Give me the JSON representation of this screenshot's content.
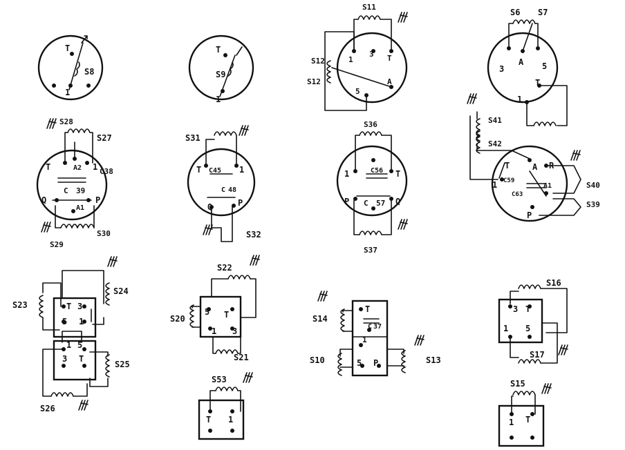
{
  "diagrams": {
    "s8": {
      "terms": [
        "T",
        "1"
      ],
      "label": "S8"
    },
    "s9": {
      "terms": [
        "T",
        "1"
      ],
      "label": "S9"
    },
    "s11_12": {
      "terms": [
        "1",
        "3",
        "T",
        "5",
        "A"
      ],
      "labels": [
        "S11",
        "S12",
        "S12"
      ]
    },
    "s6_7": {
      "terms": [
        "3",
        "A",
        "5",
        "T",
        "1"
      ],
      "labels": [
        "S6",
        "S7"
      ]
    },
    "s27_30": {
      "terms": [
        "T",
        "A2",
        "1",
        "C",
        "39",
        "Q",
        "A1",
        "P"
      ],
      "labels": [
        "S28",
        "S27",
        "C38",
        "S29",
        "S30"
      ]
    },
    "s31_32": {
      "terms": [
        "T",
        "C45",
        "1",
        "C",
        "48",
        "Q",
        "P"
      ],
      "labels": [
        "S31",
        "S32"
      ]
    },
    "s36_37": {
      "terms": [
        "1",
        "C56",
        "T",
        "P",
        "C",
        "57",
        "Q"
      ],
      "labels": [
        "S36",
        "S37"
      ]
    },
    "s39_42": {
      "terms": [
        "T",
        "A",
        "R",
        "1",
        "C59",
        "A1",
        "C63",
        "P"
      ],
      "labels": [
        "S41",
        "S42",
        "S40",
        "S39"
      ]
    },
    "s23_26": {
      "terms": [
        "T",
        "3",
        "5",
        "1",
        "1",
        "5",
        "3",
        "T"
      ],
      "labels": [
        "S23",
        "S24",
        "S25",
        "S26"
      ]
    },
    "s20_22": {
      "terms": [
        "5",
        "T",
        "1",
        "3"
      ],
      "labels": [
        "S22",
        "S20",
        "S21"
      ]
    },
    "s53": {
      "terms": [
        "T",
        "1"
      ],
      "label": "S53"
    },
    "s10_14": {
      "terms": [
        "T",
        "C",
        "37",
        "1",
        "5",
        "P"
      ],
      "labels": [
        "S14",
        "S10",
        "S13"
      ]
    },
    "s16_17": {
      "terms": [
        "3",
        "T",
        "1",
        "5"
      ],
      "labels": [
        "S16",
        "S17"
      ]
    },
    "s15": {
      "terms": [
        "1",
        "T"
      ],
      "label": "S15"
    }
  }
}
